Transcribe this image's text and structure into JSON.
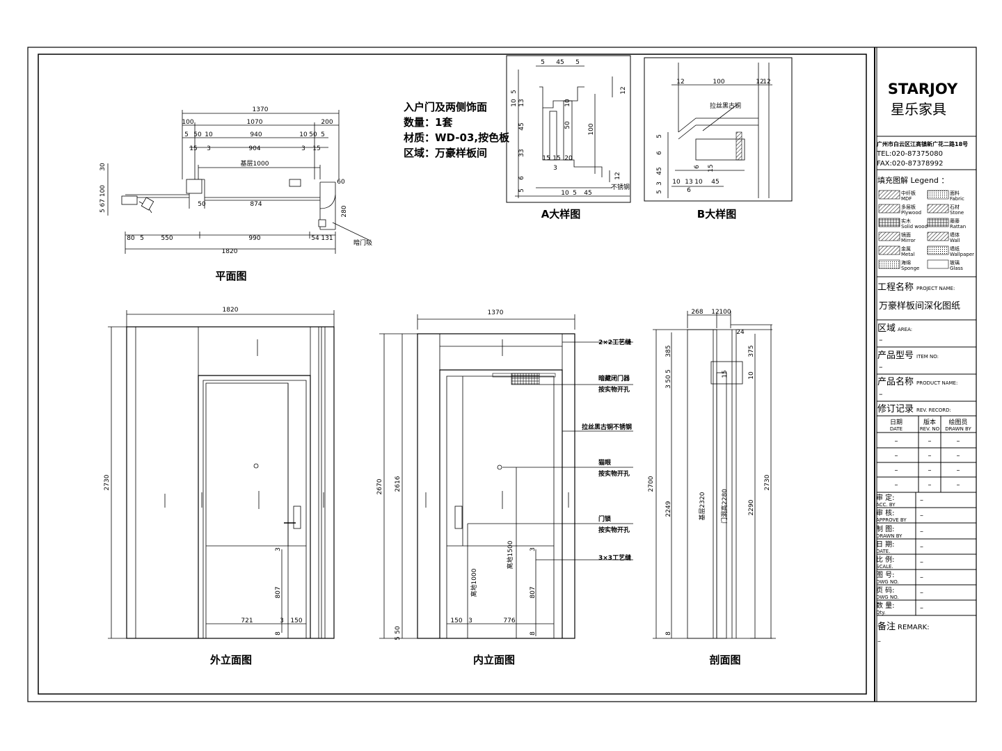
{
  "brand": {
    "logo_text": "STARJOY",
    "name_cn": "星乐家具"
  },
  "company": {
    "address": "广州市白云区江高镇新广花二路18号",
    "tel": "TEL:020-87375080",
    "fax": "FAX:020-87378992"
  },
  "spec": {
    "line1": "入户门及两侧饰面",
    "line2": "数量：1套",
    "line3": "材质：WD-03,按色板",
    "line4": "区域：万豪样板间"
  },
  "views": {
    "plan": "平面图",
    "detail_a": "A大样图",
    "detail_b": "B大样图",
    "outer_elev": "外立面图",
    "inner_elev": "内立面图",
    "section": "剖面图"
  },
  "plan_dims": {
    "d1370": "1370",
    "d100": "100",
    "d1070": "1070",
    "d200": "200",
    "d5": "5",
    "d50": "50",
    "d10": "10",
    "d940": "940",
    "d15": "15",
    "d3": "3",
    "d904": "904",
    "base": "基层1000",
    "d874": "874",
    "d60": "60",
    "d280": "280",
    "d80": "80",
    "d550": "550",
    "d990": "990",
    "d54": "54",
    "d131": "131",
    "d1820": "1820",
    "left_stack": "5 67 100",
    "left_top": "30",
    "note": "暗门吸"
  },
  "detail_a_dims": {
    "top": [
      "5",
      "45",
      "5"
    ],
    "left": [
      "5",
      "10",
      "13",
      "45",
      "33",
      "6",
      "5"
    ],
    "inner": [
      "10",
      "50",
      "100",
      "15",
      "15",
      "20",
      "3",
      "12",
      "12"
    ],
    "bottom": [
      "10",
      "5",
      "45"
    ],
    "note": "不锈钢"
  },
  "detail_b_dims": {
    "top": [
      "12",
      "100",
      "12",
      "12"
    ],
    "left": [
      "5",
      "6",
      "45",
      "3",
      "5"
    ],
    "bottom": [
      "10",
      "13",
      "10",
      "45"
    ],
    "mid": [
      "15",
      "6",
      "6"
    ],
    "note": "拉丝黑古铜"
  },
  "outer_dims": {
    "width": "1820",
    "height": "2730",
    "w721": "721",
    "w3": "3",
    "w150": "150",
    "h807": "807",
    "h3": "3",
    "h8": "8"
  },
  "inner_dims": {
    "width": "1370",
    "h2670": "2670",
    "h2616": "2616",
    "h50": "50",
    "h5": "5",
    "w150": "150",
    "w3": "3",
    "w776": "776",
    "h807": "807",
    "h8": "8",
    "h3": "3",
    "h1000": "离地1000",
    "h1500": "离地1500"
  },
  "inner_notes": {
    "n1": "2×2工艺缝",
    "n2a": "暗藏闭门器",
    "n2b": "按实物开孔",
    "n3": "拉丝黑古铜不锈钢",
    "n4a": "猫眼",
    "n4b": "按实物开孔",
    "n5a": "门锁",
    "n5b": "按实物开孔",
    "n6": "3×3工艺缝"
  },
  "section_dims": {
    "top": [
      "268",
      "12",
      "100"
    ],
    "t24": "24",
    "h385": "385",
    "h375": "375",
    "h3": "3",
    "h50": "50",
    "h5": "5",
    "h15": "15",
    "h10": "10",
    "h2700": "2700",
    "h2249": "2249",
    "h2320": "基层2320",
    "h_door": "门洞高2280",
    "h2290": "2290",
    "h2730": "2730",
    "h8": "8"
  },
  "legend": {
    "title": "填充图解  Legend ：",
    "items": [
      {
        "cn": "中纤板",
        "en": "MDF"
      },
      {
        "cn": "面料",
        "en": "Fabric"
      },
      {
        "cn": "多层板",
        "en": "Plywood"
      },
      {
        "cn": "石材",
        "en": "Stone"
      },
      {
        "cn": "实木",
        "en": "Solid wood"
      },
      {
        "cn": "藤藤",
        "en": "Rattan"
      },
      {
        "cn": "镜面",
        "en": "Mirror"
      },
      {
        "cn": "墙体",
        "en": "Wall"
      },
      {
        "cn": "金属",
        "en": "Metal"
      },
      {
        "cn": "墙纸",
        "en": "Wallpaper"
      },
      {
        "cn": "海绵",
        "en": "Sponge"
      },
      {
        "cn": "玻璃",
        "en": "Glass"
      }
    ]
  },
  "title_block": {
    "project_cn": "工程名称",
    "project_en": "PROJECT NAME:",
    "project_value": "万豪样板间深化图纸",
    "area_cn": "区域",
    "area_en": "AREA:",
    "area_value": "–",
    "item_cn": "产品型号",
    "item_en": "ITEM NO:",
    "item_value": "–",
    "product_cn": "产品名称",
    "product_en": "PRODUCT NAME:",
    "product_value": "–",
    "rev_cn": "修订记录",
    "rev_en": "REV. RECORD:",
    "col_date_cn": "日期",
    "col_date_en": "DATE",
    "col_rev_cn": "版本",
    "col_rev_en": "REV. NO",
    "col_by_cn": "绘图员",
    "col_by_en": "DRAWN BY",
    "rows": [
      [
        "–",
        "–",
        "–"
      ],
      [
        "–",
        "–",
        "–"
      ],
      [
        "–",
        "–",
        "–"
      ],
      [
        "–",
        "–",
        "–"
      ]
    ],
    "fields": [
      {
        "cn": "审    定:",
        "en": "ACC. BY",
        "value": "–"
      },
      {
        "cn": "审    核:",
        "en": "APPROVE BY",
        "value": "–"
      },
      {
        "cn": "制    图:",
        "en": "DRAWN BY",
        "value": "–"
      },
      {
        "cn": "日    期:",
        "en": "DATE.",
        "value": "–"
      },
      {
        "cn": "比    例:",
        "en": "SCALE.",
        "value": "–"
      },
      {
        "cn": "图    号:",
        "en": "DWG  NO.",
        "value": "–"
      },
      {
        "cn": "页    码:",
        "en": "DWG  NO.",
        "value": "–"
      },
      {
        "cn": "数    量:",
        "en": "Qty.",
        "value": "–"
      }
    ],
    "remark_cn": "备注",
    "remark_en": "REMARK:",
    "remark_value": "–"
  }
}
